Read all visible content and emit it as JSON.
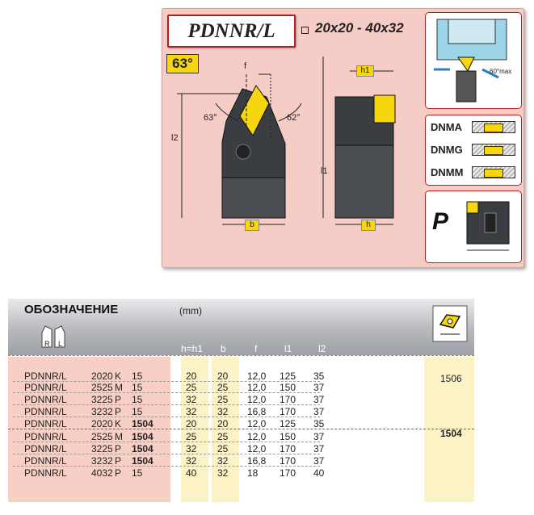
{
  "header": {
    "code": "PDNNR/L",
    "size_range": "20x20 - 40x32",
    "angle": "63°"
  },
  "drawing": {
    "angle_left": "63°",
    "angle_right": "62°",
    "dim_f": "f",
    "dim_l2": "l2",
    "dim_l1": "l1",
    "dim_b": "b",
    "dim_h": "h",
    "dim_h1": "h1"
  },
  "side_panel": {
    "ramp_label": "60°max",
    "inserts": [
      "DNMA",
      "DNMG",
      "DNMM"
    ],
    "p_label": "P"
  },
  "table": {
    "title": "ОБОЗНАЧЕНИЕ",
    "unit": "(mm)",
    "hand_right": "R",
    "hand_left": "L",
    "columns": [
      "h=h1",
      "b",
      "f",
      "l1",
      "l2"
    ],
    "rows": [
      {
        "name": "PDNNR/L",
        "size": "2020",
        "cls": "K",
        "ins": "15",
        "h": "20",
        "b": "20",
        "f": "12,0",
        "l1": "125",
        "l2": "35"
      },
      {
        "name": "PDNNR/L",
        "size": "2525",
        "cls": "M",
        "ins": "15",
        "h": "25",
        "b": "25",
        "f": "12,0",
        "l1": "150",
        "l2": "37"
      },
      {
        "name": "PDNNR/L",
        "size": "3225",
        "cls": "P",
        "ins": "15",
        "h": "32",
        "b": "25",
        "f": "12,0",
        "l1": "170",
        "l2": "37"
      },
      {
        "name": "PDNNR/L",
        "size": "3232",
        "cls": "P",
        "ins": "15",
        "h": "32",
        "b": "32",
        "f": "16,8",
        "l1": "170",
        "l2": "37"
      },
      {
        "name": "PDNNR/L",
        "size": "2020",
        "cls": "K",
        "ins": "1504",
        "h": "20",
        "b": "20",
        "f": "12,0",
        "l1": "125",
        "l2": "35"
      },
      {
        "name": "PDNNR/L",
        "size": "2525",
        "cls": "M",
        "ins": "1504",
        "h": "25",
        "b": "25",
        "f": "12,0",
        "l1": "150",
        "l2": "37"
      },
      {
        "name": "PDNNR/L",
        "size": "3225",
        "cls": "P",
        "ins": "1504",
        "h": "32",
        "b": "25",
        "f": "12,0",
        "l1": "170",
        "l2": "37"
      },
      {
        "name": "PDNNR/L",
        "size": "3232",
        "cls": "P",
        "ins": "1504",
        "h": "32",
        "b": "32",
        "f": "16,8",
        "l1": "170",
        "l2": "37"
      },
      {
        "name": "PDNNR/L",
        "size": "4032",
        "cls": "P",
        "ins": "15",
        "h": "40",
        "b": "32",
        "f": "18",
        "l1": "170",
        "l2": "40"
      }
    ],
    "insert_codes": [
      "1506",
      "1504"
    ]
  },
  "colors": {
    "panel_bg": "#f6ccc6",
    "accent_red": "#b42020",
    "insert_yellow": "#f5d60f",
    "name_column_bg": "#f8cfc5",
    "highlight_column_bg": "#fbf3c6"
  }
}
